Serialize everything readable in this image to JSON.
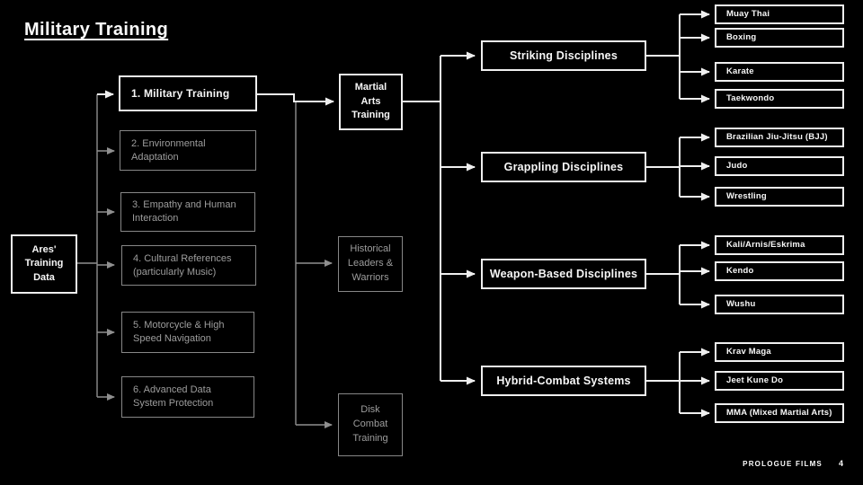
{
  "title": "Military Training",
  "root": {
    "label": "Ares' Training Data"
  },
  "training_items": [
    {
      "label": "1. Military Training",
      "active": true
    },
    {
      "label": "2. Environmental Adaptation",
      "active": false
    },
    {
      "label": "3. Empathy and Human Interaction",
      "active": false
    },
    {
      "label": "4. Cultural References (particularly Music)",
      "active": false
    },
    {
      "label": "5. Motorcycle & High Speed Navigation",
      "active": false
    },
    {
      "label": "6. Advanced Data System Protection",
      "active": false
    }
  ],
  "subtopics": [
    {
      "label": "Martial Arts Training",
      "active": true
    },
    {
      "label": "Historical Leaders & Warriors",
      "active": false
    },
    {
      "label": "Disk Combat Training",
      "active": false
    }
  ],
  "disciplines": [
    {
      "label": "Striking Disciplines",
      "leaves": [
        "Muay Thai",
        "Boxing",
        "Karate",
        "Taekwondo"
      ]
    },
    {
      "label": "Grappling Disciplines",
      "leaves": [
        "Brazilian Jiu-Jitsu (BJJ)",
        "Judo",
        "Wrestling"
      ]
    },
    {
      "label": "Weapon-Based Disciplines",
      "leaves": [
        "Kali/Arnis/Eskrima",
        "Kendo",
        "Wushu"
      ]
    },
    {
      "label": "Hybrid-Combat Systems",
      "leaves": [
        "Krav Maga",
        "Jeet Kune Do",
        "MMA (Mixed Martial Arts)"
      ]
    }
  ],
  "footer": {
    "brand": "PROLOGUE FILMS",
    "page": "4"
  },
  "colors": {
    "background": "#000000",
    "bright": "#efefef",
    "dim": "#878787"
  }
}
